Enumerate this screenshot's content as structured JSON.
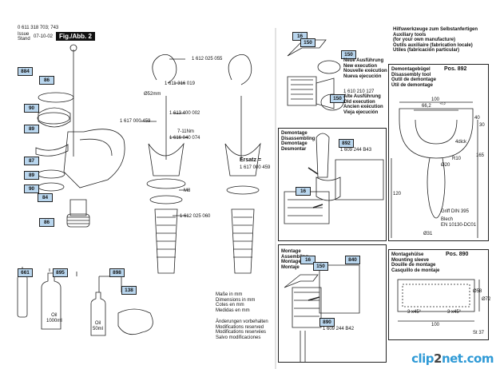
{
  "header": {
    "part_no": "0 611 318 703; 743",
    "issue_label": "Issue",
    "stand_label": "Stand",
    "issue_date": "07-10-02",
    "fig": "Fig./Abb. 2"
  },
  "left_tags": [
    "884",
    "86",
    "90",
    "89",
    "87",
    "89",
    "90",
    "84",
    "86"
  ],
  "center": {
    "part1": "1 612 025 055",
    "part2": "1 611 316 019",
    "dia": "Ø52mm",
    "part3": "1 613 400 002",
    "part4": "1 617 000 459",
    "torque": "7-11Nm",
    "part5": "1 616 040 074",
    "thread": "M8",
    "part6": "1 612 025 060",
    "ersatz_label": "Ersatz =",
    "ersatz_part": "1 617 000 459"
  },
  "bottom_left": {
    "tags": [
      "661",
      "895",
      "898",
      "138"
    ],
    "oil1_label": "Oil\n1000ml",
    "oil2_label": "Oil\n50ml"
  },
  "notes": {
    "dims": [
      "Maße in mm",
      "Dimensions in mm",
      "Cotes en mm",
      "Medidas en mm"
    ],
    "changes": [
      "Änderungen vorbehalten",
      "Modifications reserved",
      "Modifications reservées",
      "Salvo modificaciones"
    ]
  },
  "top_right": {
    "tags": [
      "16",
      "150",
      "150",
      "150"
    ],
    "new_label": [
      "Neue Ausführung",
      "New execution",
      "Nouvelle exécution",
      "Nueva ejecución"
    ],
    "old_part": "1 610 210 127",
    "old_label": [
      "Alte Ausführung",
      "Old execution",
      "Ancien exécution",
      "Vieja ejecución"
    ]
  },
  "demontage": {
    "title": [
      "Demontage",
      "Disassembling",
      "Demontage",
      "Desmontar"
    ],
    "tags": [
      "892",
      "16"
    ],
    "part": "1 609 244 B43"
  },
  "montage": {
    "title": [
      "Montage",
      "Assembling",
      "Montage",
      "Montaje"
    ],
    "tags": [
      "16",
      "150",
      "840",
      "890"
    ],
    "part": "1 609 244 B42"
  },
  "aux": {
    "title": [
      "Hilfswerkzeuge zum Selbstanfertigen",
      "Auxiliary tools",
      "(for your own manufacture)",
      "Outils auxiliaire (fabrication locale)",
      "Utiles (fabricación particular)"
    ]
  },
  "tool892": {
    "label": [
      "Demontagebügel",
      "Disassembly tool",
      "Outil de demontage",
      "Útil de demontage"
    ],
    "pos": "Pos. 892",
    "dims": [
      "100",
      "66,2",
      "+0,2",
      "40",
      "30",
      "4dick",
      "R10",
      "Ø20",
      "120",
      "165",
      "Griff DIN 395",
      "Blech",
      "EN 10130-DC01",
      "Ø31"
    ]
  },
  "tool890": {
    "label": [
      "Montagehülse",
      "Mounting sleeve",
      "Douille de montage",
      "Casquillo de montaje"
    ],
    "pos": "Pos. 890",
    "dims": [
      "3 x45°",
      "3 x45°",
      "Ø58",
      "Ø72",
      "100",
      "St 37"
    ]
  },
  "logo": {
    "a": "clip",
    "b": "2",
    "c": "net.com"
  },
  "colors": {
    "tag": "#b9d6ee",
    "logo": "#2f9ad6",
    "header": "#d8d8d8"
  }
}
